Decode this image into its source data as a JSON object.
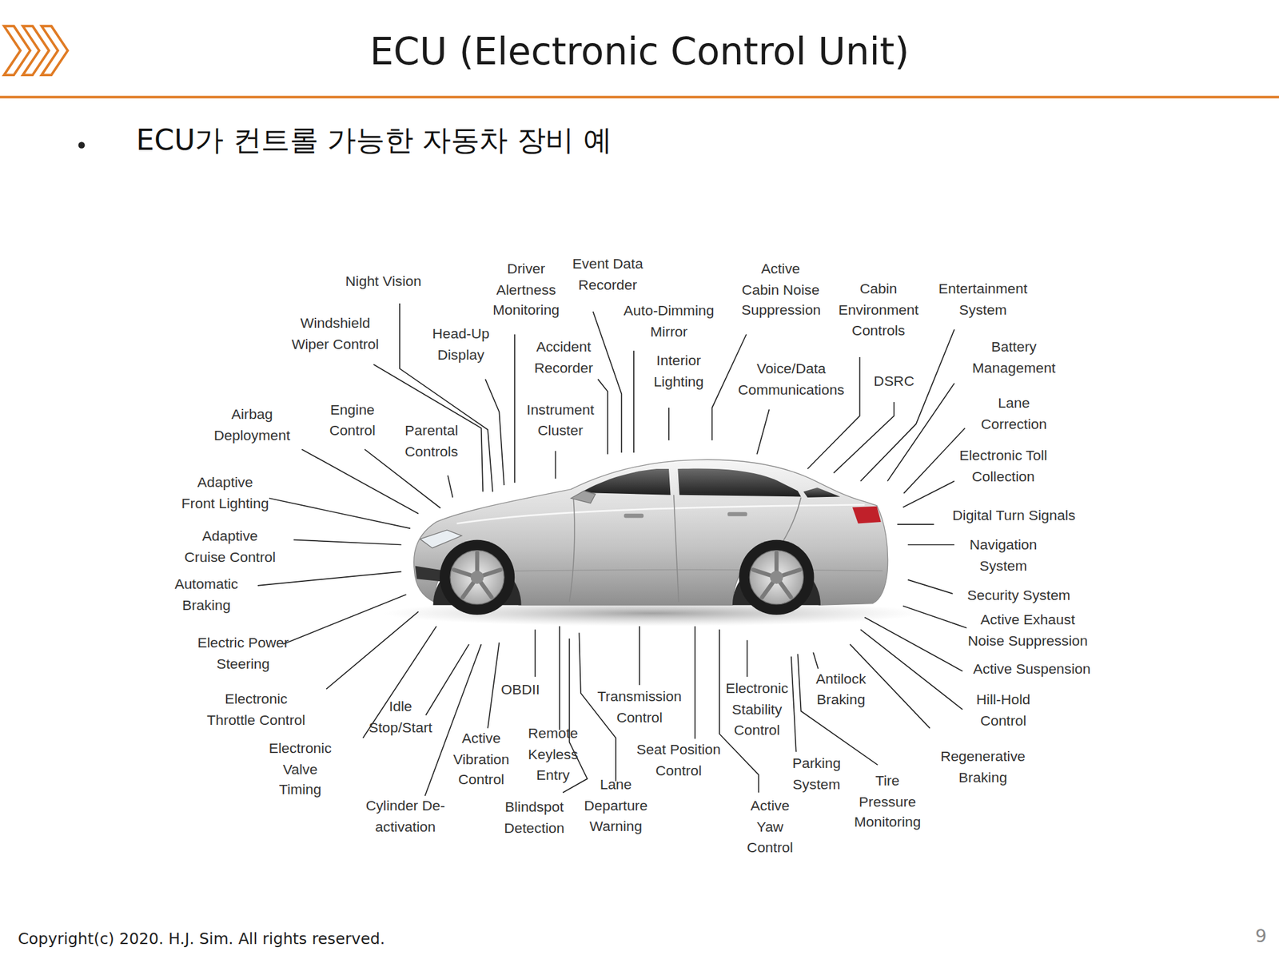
{
  "diagram": {
    "title": "ECU (Electronic Control Unit)",
    "labels": [
      "ECU가 컨트롤 가능한 자동차 장비 예",
      "Night Vision",
      "Driver Alertness Monitoring",
      "Event Data Recorder",
      "Active Cabin Noise Suppression",
      "Cabin Environment Controls",
      "Entertainment System",
      "Auto-Dimming Mirror",
      "Windshield Wiper Control",
      "Head-Up Display",
      "Accident Recorder",
      "Battery Management",
      "Interior Lighting",
      "Voice/Data Communications",
      "DSRC",
      "Lane Correction",
      "Engine Control",
      "Instrument Cluster",
      "Airbag Deployment",
      "Parental Controls",
      "Electronic Toll Collection",
      "Adaptive Front Lighting",
      "Digital Turn Signals",
      "Adaptive Cruise Control",
      "Navigation System",
      "Automatic Braking",
      "Security System",
      "Active Exhaust Noise Suppression",
      "Electric Power Steering",
      "Active Suspension",
      "Antilock Braking",
      "Electronic Stability Control",
      "OBDII",
      "Transmission Control",
      "Electronic Throttle Control",
      "Hill-Hold Control",
      "Idle Stop/Start",
      "Remote Keyless Entry",
      "Active Vibration Control",
      "Electronic Valve Timing",
      "Seat Position Control",
      "Regenerative Braking",
      "Parking System",
      "Tire Pressure Monitoring",
      "Lane Departure Warning",
      "Cylinder De-activation",
      "Active Yaw Control",
      "Blindspot Detection",
      "Copyright(c) 2020. H.J. Sim. All rights reserved.",
      "9"
    ]
  }
}
